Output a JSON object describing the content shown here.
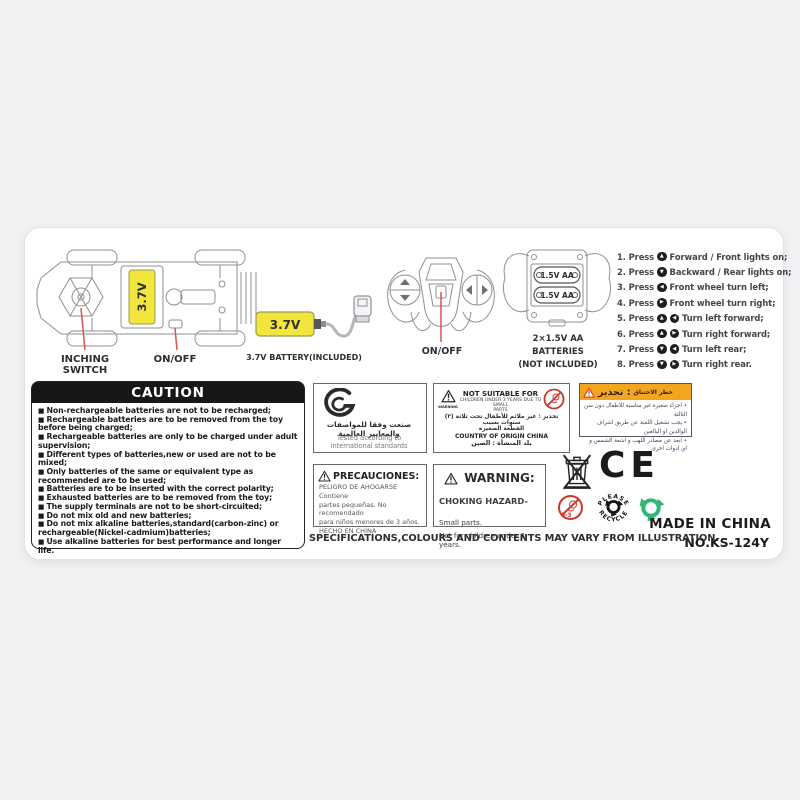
{
  "label": {
    "colors": {
      "background": "#f2f2f4",
      "accent_red": "#d9544a",
      "battery_yellow": "#f2e63c",
      "header_orange": "#f2a51e",
      "recycle_green": "#2eb873"
    },
    "car_diagram": {
      "battery_text": "3.7V",
      "inching_switch": "INCHING SWITCH",
      "on_off": "ON/OFF"
    },
    "usb_battery": {
      "battery_text": "3.7V",
      "caption": "3.7V BATTERY(INCLUDED)"
    },
    "remote_front": {
      "on_off": "ON/OFF"
    },
    "remote_back": {
      "battery1": "1.5V AA",
      "battery2": "1.5V AA",
      "caption1": "2×1.5V AA",
      "caption2": "BATTERIES",
      "caption3": "(NOT INCLUDED)"
    },
    "icon_glyphs": {
      "up": "▲",
      "down": "▼",
      "left": "◀",
      "right": "▶"
    },
    "instructions": [
      {
        "label": "1. Press",
        "icons": [
          "up"
        ],
        "text": "Forward / Front lights on;"
      },
      {
        "label": "2. Press",
        "icons": [
          "down"
        ],
        "text": "Backward / Rear lights on;"
      },
      {
        "label": "3. Press",
        "icons": [
          "left"
        ],
        "text": "Front wheel turn left;"
      },
      {
        "label": "4. Press",
        "icons": [
          "right"
        ],
        "text": "Front wheel turn right;"
      },
      {
        "label": "5. Press",
        "icons": [
          "up",
          "left"
        ],
        "text": "Turn left forward;"
      },
      {
        "label": "6. Press",
        "icons": [
          "up",
          "right"
        ],
        "text": "Turn right forward;"
      },
      {
        "label": "7. Press",
        "icons": [
          "down",
          "left"
        ],
        "text": "Turn left rear;"
      },
      {
        "label": "8. Press",
        "icons": [
          "down",
          "right"
        ],
        "text": "Turn right rear."
      }
    ],
    "caution": {
      "title": "CAUTION",
      "items": [
        "Non-rechargeable batteries are not to be recharged;",
        "Rechargeable batteries are to be removed from the toy before being charged;",
        "Rechargeable batteries are only to be charged under adult supervision;",
        "Different types of batteries,new or used are not to be mixed;",
        "Only batteries of the same or equivalent type as recommended are to be used;",
        "Batteries are to be inserted with the correct polarity;",
        "Exhausted batteries are to be removed from the toy;",
        "The supply terminals are not to be short-circuited;",
        "Do not mix old and new batteries;",
        "Do not mix alkaline batteries,standard(carbon-zinc) or rechargeable(Nickel-cadmium)batteries;",
        "Use alkaline batteries for best performance and longer life."
      ]
    },
    "standards_box": {
      "arabic": "صنعت وفقا للمواصفات والمعايير العالمية",
      "english": "Tested according to international standards"
    },
    "not_suitable_box": {
      "warning_caption": "WARNING",
      "title": "NOT SUITABLE FOR",
      "subtitle": "CHILDREN UNDER 3 YEARS DUE TO SMALL",
      "subtitle2": "PARTS",
      "arabic1": "تحذير : غير ملائم للأطفال تحت ثلاثة (٣) سنوات بسبب",
      "arabic2": "القطعة الصغيرة",
      "origin": "COUNTRY OF ORIGIN CHINA",
      "origin_arabic": "بلد المنشأة : الصين"
    },
    "precauciones_box": {
      "title": "PRECAUCIONES:",
      "line1": "PELIGRO DE AHOGARSE Contiene",
      "line2": "partes pequeñas. No recomendado",
      "line3": "para niños menores de 3 años.",
      "line4": "HECHO EN CHINA"
    },
    "warning_box": {
      "title": "WARNING:",
      "line1_strong": "CHOKING HAZARD-",
      "line1_rest": "Small parts.",
      "line2": "Not for children under 3 years."
    },
    "arabic_warning_box": {
      "header_bold": "تحذير :",
      "header_small": "خطر الاختناق",
      "bullets": [
        "اجزاء صغيرة غير مناسبة للاطفال دون سن الثالثة",
        "يجب تشغيل اللعبة عن طريق اشراف الوالدين او البالغين",
        "ابعد عن مصادر اللهب و اشعة الشمس و اي ادوات اخرى"
      ]
    },
    "marks": {
      "ce": "CE",
      "recycle_top": "PLEASE",
      "recycle_bottom": "RECYCLE",
      "age_restriction": "0-3"
    },
    "footer": {
      "spec_line": "SPECIFICATIONS,COLOURS AND CONTENTS MAY VARY FROM ILLUSTRATION.",
      "made_in": "MADE IN CHINA",
      "model": "NO.KS-124Y"
    }
  }
}
